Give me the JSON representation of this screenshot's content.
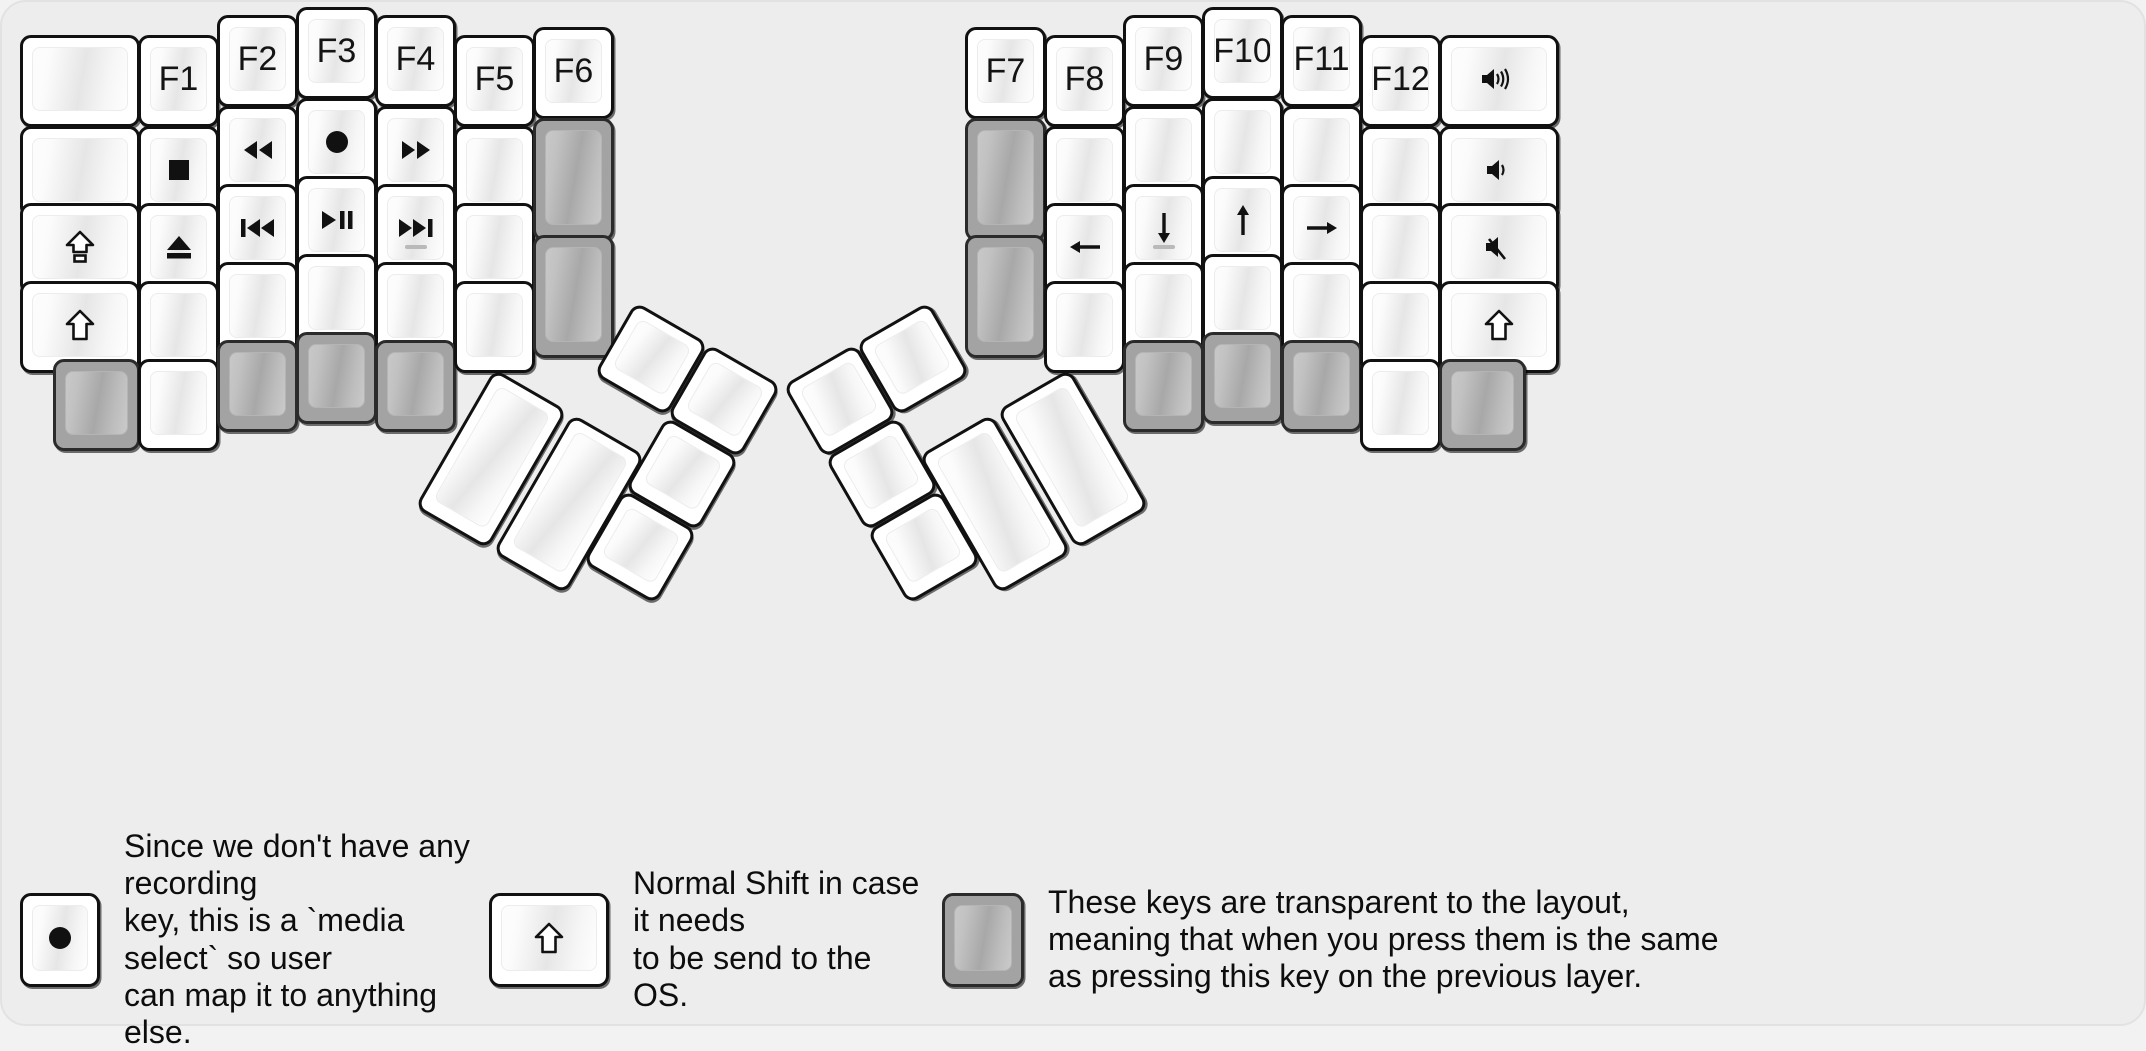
{
  "title": "fn Layer",
  "colors": {
    "background": "#ededed",
    "key_face": "#ffffff",
    "key_outline": "#111111",
    "transparent_key": "#a3a3a3",
    "text": "#141414"
  },
  "keyboard": {
    "left_half": {
      "columns": [
        {
          "name": "col-outer-left",
          "keys": [
            {
              "label": "",
              "icon": "",
              "type": "normal"
            },
            {
              "label": "",
              "icon": "",
              "type": "normal"
            },
            {
              "label": "",
              "icon": "caps-lock-icon",
              "type": "normal"
            },
            {
              "label": "",
              "icon": "shift-icon",
              "type": "normal"
            },
            {
              "label": "",
              "icon": "",
              "type": "transparent"
            }
          ]
        },
        {
          "name": "col-f1",
          "keys": [
            {
              "label": "F1",
              "icon": "",
              "type": "normal"
            },
            {
              "label": "",
              "icon": "media-stop-icon",
              "type": "normal"
            },
            {
              "label": "",
              "icon": "media-eject-icon",
              "type": "normal"
            },
            {
              "label": "",
              "icon": "",
              "type": "normal"
            },
            {
              "label": "",
              "icon": "",
              "type": "normal"
            }
          ]
        },
        {
          "name": "col-f2",
          "keys": [
            {
              "label": "F2",
              "icon": "",
              "type": "normal"
            },
            {
              "label": "",
              "icon": "media-rewind-icon",
              "type": "normal"
            },
            {
              "label": "",
              "icon": "media-prev-track-icon",
              "type": "normal"
            },
            {
              "label": "",
              "icon": "",
              "type": "normal"
            },
            {
              "label": "",
              "icon": "",
              "type": "transparent"
            }
          ]
        },
        {
          "name": "col-f3",
          "keys": [
            {
              "label": "F3",
              "icon": "",
              "type": "normal"
            },
            {
              "label": "",
              "icon": "media-record-icon",
              "type": "normal"
            },
            {
              "label": "",
              "icon": "media-play-pause-icon",
              "type": "normal"
            },
            {
              "label": "",
              "icon": "",
              "type": "normal"
            },
            {
              "label": "",
              "icon": "",
              "type": "transparent"
            }
          ]
        },
        {
          "name": "col-f4",
          "keys": [
            {
              "label": "F4",
              "icon": "",
              "type": "normal"
            },
            {
              "label": "",
              "icon": "media-fast-forward-icon",
              "type": "normal"
            },
            {
              "label": "",
              "icon": "media-next-track-icon",
              "type": "normal",
              "homing": true
            },
            {
              "label": "",
              "icon": "",
              "type": "normal"
            },
            {
              "label": "",
              "icon": "",
              "type": "transparent"
            }
          ]
        },
        {
          "name": "col-f5",
          "keys": [
            {
              "label": "F5",
              "icon": "",
              "type": "normal"
            },
            {
              "label": "",
              "icon": "",
              "type": "normal"
            },
            {
              "label": "",
              "icon": "",
              "type": "normal"
            },
            {
              "label": "",
              "icon": "",
              "type": "normal"
            }
          ]
        },
        {
          "name": "col-f6",
          "keys": [
            {
              "label": "F6",
              "icon": "",
              "type": "normal"
            },
            {
              "label": "",
              "icon": "",
              "type": "transparent"
            },
            {
              "label": "",
              "icon": "",
              "type": "transparent"
            }
          ]
        }
      ],
      "thumb_cluster": [
        {
          "name": "thumb-l-big-1",
          "icon": "",
          "type": "normal"
        },
        {
          "name": "thumb-l-big-2",
          "icon": "",
          "type": "normal"
        },
        {
          "name": "thumb-l-small-1",
          "icon": "",
          "type": "normal"
        },
        {
          "name": "thumb-l-small-2",
          "icon": "",
          "type": "normal"
        },
        {
          "name": "thumb-l-small-3",
          "icon": "",
          "type": "normal"
        },
        {
          "name": "thumb-l-small-4",
          "icon": "",
          "type": "normal"
        }
      ]
    },
    "right_half": {
      "columns": [
        {
          "name": "col-f7",
          "keys": [
            {
              "label": "F7",
              "icon": "",
              "type": "normal"
            },
            {
              "label": "",
              "icon": "",
              "type": "transparent"
            },
            {
              "label": "",
              "icon": "",
              "type": "transparent"
            }
          ]
        },
        {
          "name": "col-f8",
          "keys": [
            {
              "label": "F8",
              "icon": "",
              "type": "normal"
            },
            {
              "label": "",
              "icon": "",
              "type": "normal"
            },
            {
              "label": "",
              "icon": "arrow-left-icon",
              "type": "normal"
            },
            {
              "label": "",
              "icon": "",
              "type": "normal"
            }
          ]
        },
        {
          "name": "col-f9",
          "keys": [
            {
              "label": "F9",
              "icon": "",
              "type": "normal"
            },
            {
              "label": "",
              "icon": "",
              "type": "normal"
            },
            {
              "label": "",
              "icon": "arrow-down-icon",
              "type": "normal",
              "homing": true
            },
            {
              "label": "",
              "icon": "",
              "type": "normal"
            },
            {
              "label": "",
              "icon": "",
              "type": "transparent"
            }
          ]
        },
        {
          "name": "col-f10",
          "keys": [
            {
              "label": "F10",
              "icon": "",
              "type": "normal"
            },
            {
              "label": "",
              "icon": "",
              "type": "normal"
            },
            {
              "label": "",
              "icon": "arrow-up-icon",
              "type": "normal"
            },
            {
              "label": "",
              "icon": "",
              "type": "normal"
            },
            {
              "label": "",
              "icon": "",
              "type": "transparent"
            }
          ]
        },
        {
          "name": "col-f11",
          "keys": [
            {
              "label": "F11",
              "icon": "",
              "type": "normal"
            },
            {
              "label": "",
              "icon": "",
              "type": "normal"
            },
            {
              "label": "",
              "icon": "arrow-right-icon",
              "type": "normal"
            },
            {
              "label": "",
              "icon": "",
              "type": "normal"
            },
            {
              "label": "",
              "icon": "",
              "type": "transparent"
            }
          ]
        },
        {
          "name": "col-f12",
          "keys": [
            {
              "label": "F12",
              "icon": "",
              "type": "normal"
            },
            {
              "label": "",
              "icon": "",
              "type": "normal"
            },
            {
              "label": "",
              "icon": "",
              "type": "normal"
            },
            {
              "label": "",
              "icon": "",
              "type": "normal"
            },
            {
              "label": "",
              "icon": "",
              "type": "normal"
            }
          ]
        },
        {
          "name": "col-outer-right",
          "keys": [
            {
              "label": "",
              "icon": "volume-up-icon",
              "type": "normal"
            },
            {
              "label": "",
              "icon": "volume-down-icon",
              "type": "normal"
            },
            {
              "label": "",
              "icon": "volume-mute-icon",
              "type": "normal"
            },
            {
              "label": "",
              "icon": "shift-icon",
              "type": "normal"
            },
            {
              "label": "",
              "icon": "",
              "type": "transparent"
            }
          ]
        }
      ],
      "thumb_cluster": [
        {
          "name": "thumb-r-small-1",
          "icon": "",
          "type": "normal"
        },
        {
          "name": "thumb-r-small-2",
          "icon": "",
          "type": "normal"
        },
        {
          "name": "thumb-r-small-3",
          "icon": "",
          "type": "normal"
        },
        {
          "name": "thumb-r-small-4",
          "icon": "",
          "type": "normal"
        },
        {
          "name": "thumb-r-big-1",
          "icon": "",
          "type": "normal"
        },
        {
          "name": "thumb-r-big-2",
          "icon": "",
          "type": "normal"
        }
      ]
    }
  },
  "notes": [
    {
      "key_icon": "media-record-icon",
      "key_type": "normal",
      "text": "Since we don't have any recording\nkey, this is a `media select` so user\ncan map it to anything else."
    },
    {
      "key_icon": "shift-icon",
      "key_type": "normal",
      "text": "Normal Shift in case it needs\nto be send to the OS."
    },
    {
      "key_icon": "",
      "key_type": "transparent",
      "text": "These keys are transparent to the layout,\nmeaning that when you press them is the same\nas pressing this key on the previous layer."
    }
  ]
}
